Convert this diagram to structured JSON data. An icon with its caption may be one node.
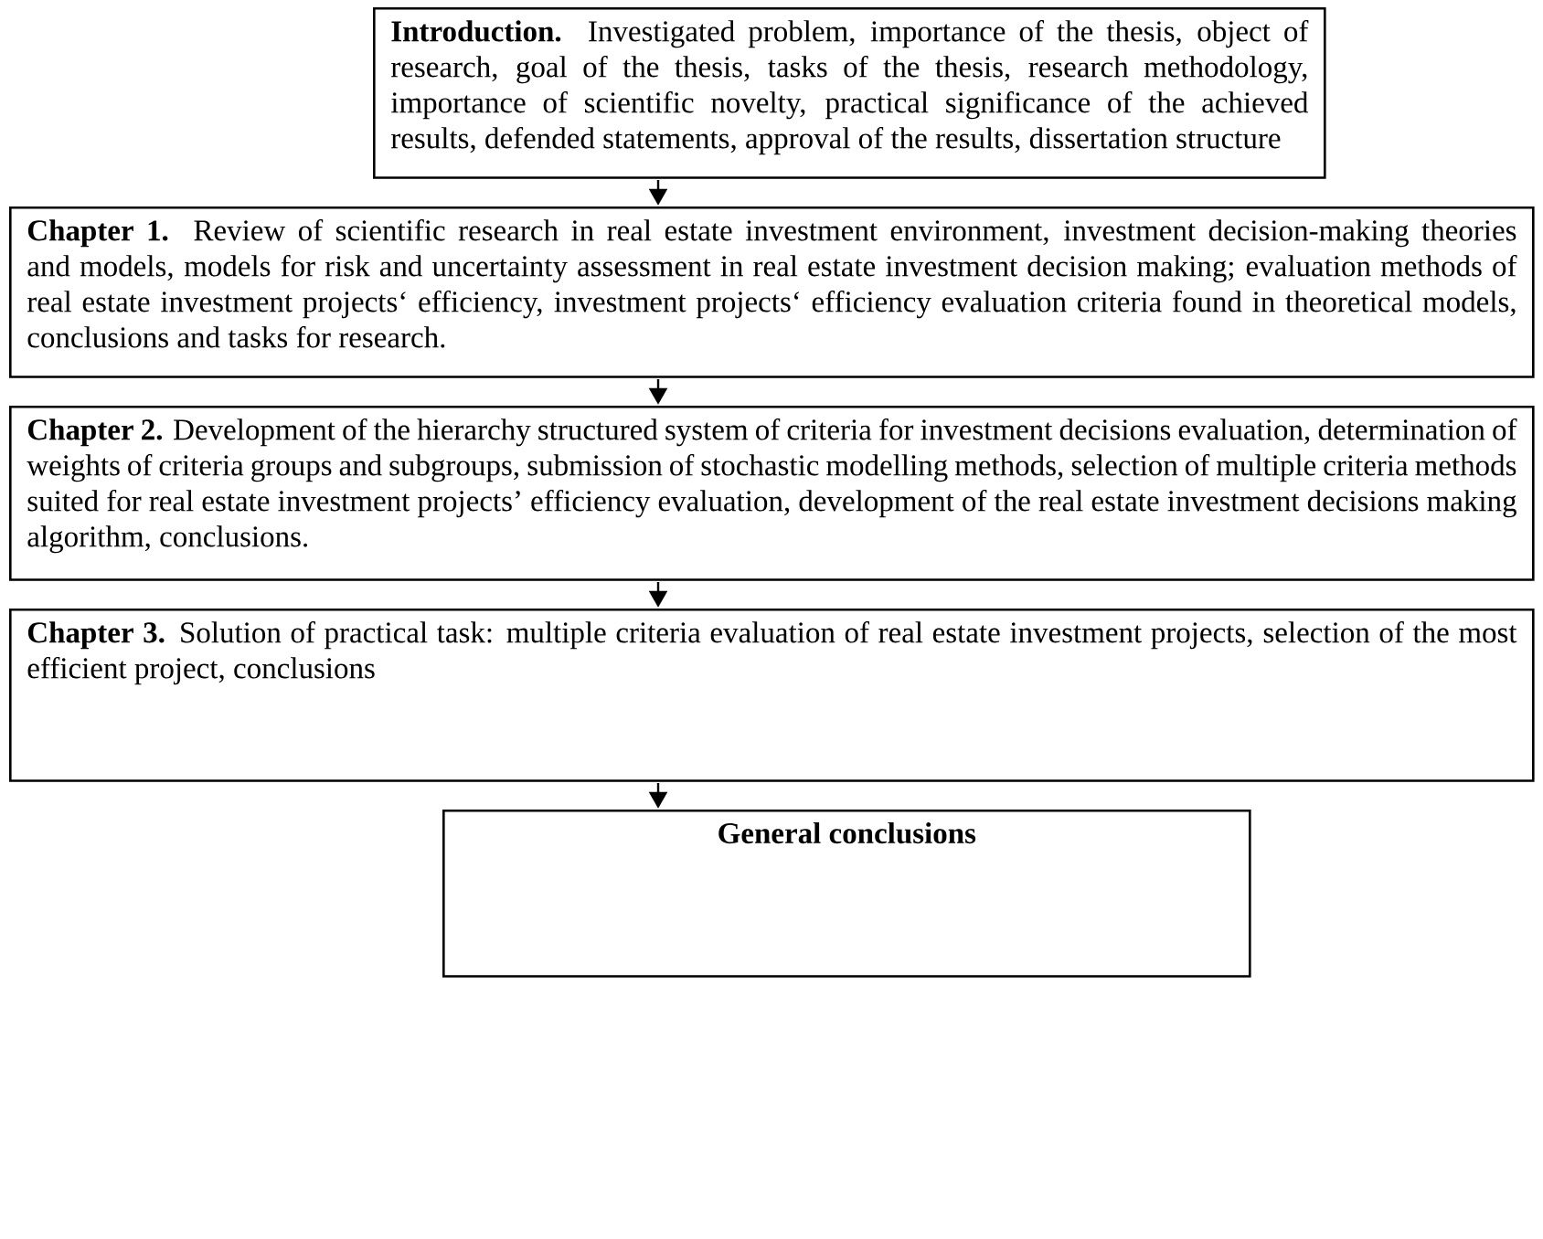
{
  "diagram": {
    "nodes": [
      {
        "text": [
          "**Introduction.** Investigated problem, importance of the thesis, object of research, goal of the thesis, tasks of the thesis, research methodology, importance of scientific novelty, practical significance of the achieved results, defended statements, approval of the results, dissertation structure"
        ]
      },
      {
        "text": [
          "**Chapter 1.** Review of scientific research in real estate investment environment, investment decision-making theories and models, models for risk and uncertainty assessment in real estate investment decision making; evaluation methods of real estate investment projects‘ efficiency, investment projects‘ efficiency evaluation criteria found in theoretical models, conclusions and tasks for research."
        ]
      },
      {
        "text": [
          "**Chapter 2.** Development of the hierarchy structured system of criteria for investment decisions evaluation, determination of weights of criteria groups and subgroups, submission of stochastic modelling methods, selection of multiple criteria methods suited for real estate investment projects’ efficiency evaluation, development of the real estate investment decisions making algorithm, conclusions."
        ]
      },
      {
        "text": [
          "**Chapter 3.** Solution of practical task: multiple criteria evaluation of real estate investment projects, selection of the most efficient project, conclusions"
        ]
      },
      {
        "text": [
          "General conclusions"
        ]
      }
    ],
    "edges": [
      {
        "from": 0,
        "to": 1,
        "arrow": "to"
      },
      {
        "from": 1,
        "to": 2,
        "arrow": "to"
      },
      {
        "from": 2,
        "to": 3,
        "arrow": "to"
      },
      {
        "from": 3,
        "to": 4,
        "arrow": "to"
      }
    ]
  }
}
